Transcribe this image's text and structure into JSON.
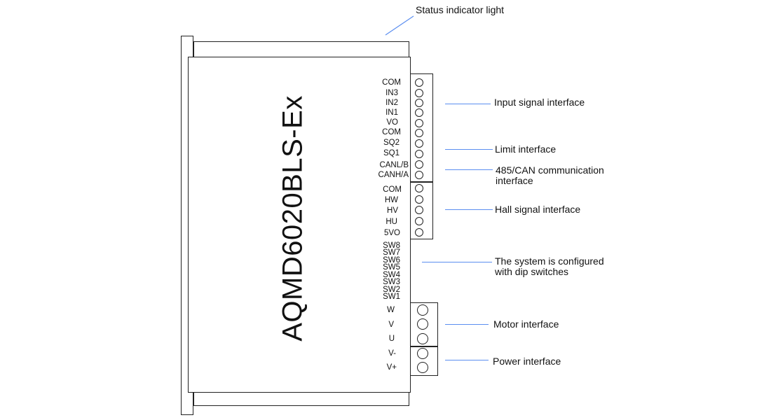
{
  "model_name": "AQMD6020BLS-Ex",
  "signal_pins": [
    "COM",
    "IN3",
    "IN2",
    "IN1",
    "VO",
    "COM",
    "SQ2",
    "SQ1",
    "CANL/B",
    "CANH/A"
  ],
  "hall_pins": [
    "COM",
    "HW",
    "HV",
    "HU",
    "5VO"
  ],
  "dip_switches": [
    "SW8",
    "SW7",
    "SW6",
    "SW5",
    "SW4",
    "SW3",
    "SW2",
    "SW1"
  ],
  "motor_pins": [
    "W",
    "V",
    "U"
  ],
  "power_pins": [
    "V-",
    "V+"
  ],
  "callouts": {
    "status_light": "Status indicator light",
    "input_signal": "Input signal interface",
    "limit": "Limit interface",
    "comm_line1": "485/CAN communication",
    "comm_line2": "interface",
    "hall": "Hall signal interface",
    "dip_line1": "The system is configured",
    "dip_line2": "with dip switches",
    "motor": "Motor interface",
    "power": "Power interface"
  },
  "colors": {
    "leader_line": "#5b8ef0",
    "outline": "#222222"
  }
}
